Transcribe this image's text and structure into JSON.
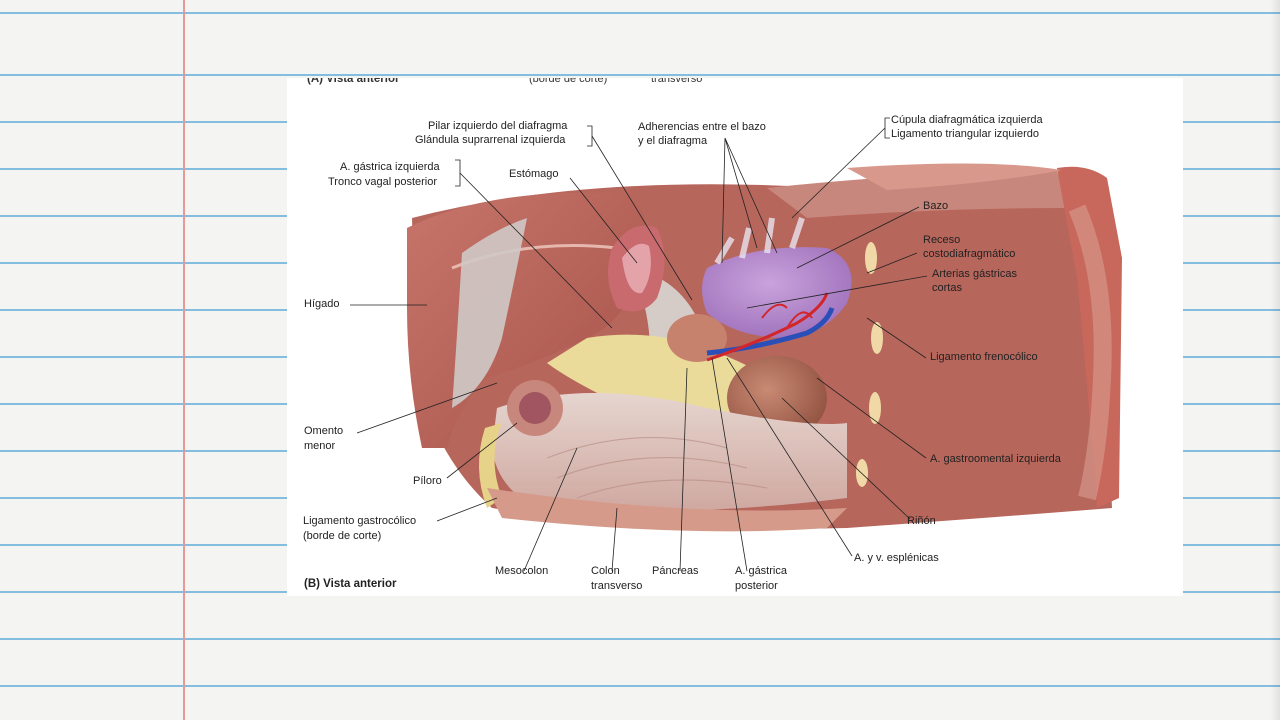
{
  "figure": {
    "top_cut_text": {
      "view_a": "(A) Vista anterior",
      "border_a": "(borde de corte)",
      "colon_a": "transverso"
    },
    "caption": "(B) Vista anterior",
    "labels": {
      "pilar_izquierdo": "Pilar izquierdo del diafragma",
      "glandula_suprarrenal": "Glándula suprarrenal izquierda",
      "adherencias_line1": "Adherencias entre el bazo",
      "adherencias_line2": "y el diafragma",
      "cupula": "Cúpula diafragmática izquierda",
      "ligamento_triangular": "Ligamento triangular izquierdo",
      "gastrica_izquierda": "A. gástrica izquierda",
      "tronco_vagal": "Tronco vagal posterior",
      "estomago": "Estómago",
      "bazo": "Bazo",
      "receso_line1": "Receso",
      "receso_line2": "costodiafragmático",
      "arterias_line1": "Arterias gástricas",
      "arterias_line2": "cortas",
      "higado": "Hígado",
      "ligamento_frenocolico": "Ligamento frenocólico",
      "omento_line1": "Omento",
      "omento_line2": "menor",
      "gastroomental": "A. gastroomental izquierda",
      "piloro": "Píloro",
      "rinon": "Riñón",
      "gastrocolico_line1": "Ligamento gastrocólico",
      "gastrocolico_line2": "(borde de corte)",
      "esplenicas": "A. y v. esplénicas",
      "mesocolon": "Mesocolon",
      "colon_line1": "Colon",
      "colon_line2": "transverso",
      "pancreas": "Páncreas",
      "gastrica_post_line1": "A. gástrica",
      "gastrica_post_line2": "posterior"
    }
  }
}
